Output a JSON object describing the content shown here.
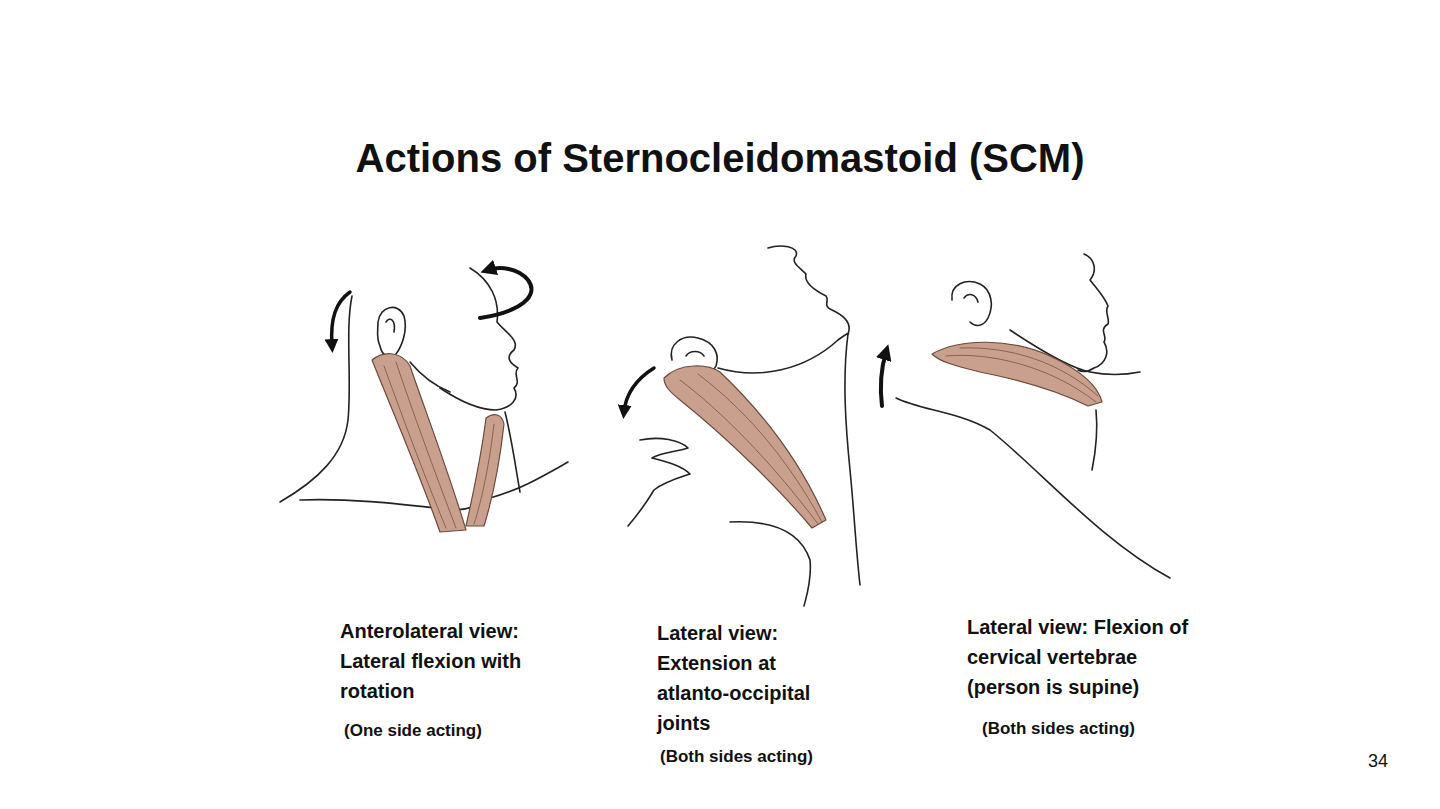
{
  "diagram": {
    "title": "Actions of Sternocleidomastoid (SCM)",
    "labels": [
      "Anterolateral view: Lateral flexion with rotation",
      "(One side acting)",
      "Lateral view: Extension at atlanto-occipital joints",
      "(Both sides acting)",
      "Lateral view: Flexion of cervical vertebrae (person is supine)",
      "(Both sides acting)",
      "34"
    ]
  }
}
